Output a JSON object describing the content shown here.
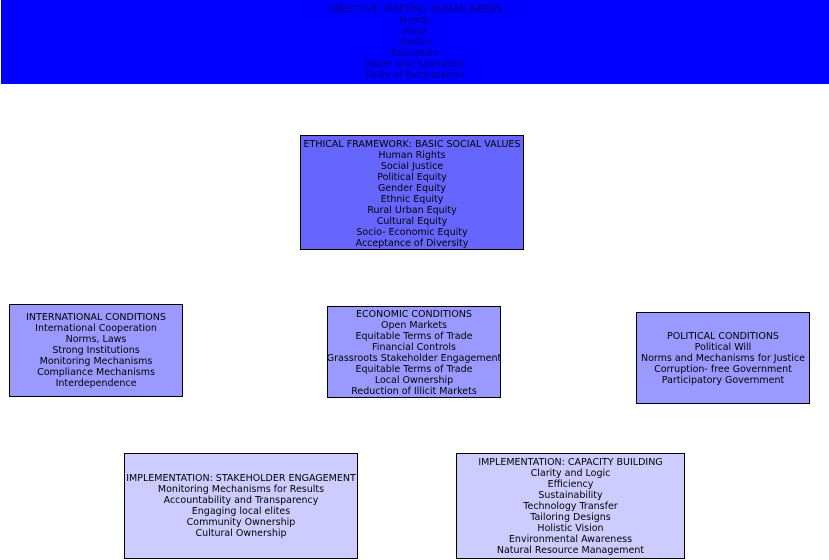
{
  "objective": {
    "title": "OBJECTIVE: MEETING HUMAN NEEDS",
    "items": [
      "Health",
      "Food",
      "Shelter",
      "Education",
      "Water and Sanitation",
      "Political Participation"
    ]
  },
  "ethical_framework": {
    "title": "ETHICAL FRAMEWORK: BASIC SOCIAL VALUES",
    "items": [
      "Human Rights",
      "Social Justice",
      "Political Equity",
      "Gender Equity",
      "Ethnic Equity",
      "Rural Urban Equity",
      "Cultural Equity",
      "Socio- Economic Equity",
      "Acceptance of Diversity"
    ]
  },
  "international_conditions": {
    "title": "INTERNATIONAL CONDITIONS",
    "items": [
      "International Cooperation",
      "Norms, Laws",
      "Strong Institutions",
      "Monitoring Mechanisms",
      "Compliance Mechanisms",
      "Interdependence"
    ]
  },
  "economic_conditions": {
    "title": "ECONOMIC CONDITIONS",
    "items": [
      "Open Markets",
      "Equitable Terms of Trade",
      "Financial Controls",
      "Grassroots Stakeholder Engagement",
      "Equitable Terms of Trade",
      "Local Ownership",
      "Reduction of Illicit Markets"
    ]
  },
  "political_conditions": {
    "title": "POLITICAL CONDITIONS",
    "items": [
      "Political Will",
      "Norms and Mechanisms for Justice",
      "Corruption- free Government",
      "Participatory Government"
    ]
  },
  "stakeholder_engagement": {
    "title": "IMPLEMENTATION: STAKEHOLDER ENGAGEMENT",
    "items": [
      "Monitoring Mechanisms for Results",
      "Accountability and Transparency",
      "Engaging local elites",
      "Community Ownership",
      "Cultural Ownership"
    ]
  },
  "capacity_building": {
    "title": "IMPLEMENTATION: CAPACITY BUILDING",
    "items": [
      "Clarity and Logic",
      "Efficiency",
      "Sustainability",
      "Technology Transfer",
      "Tailoring Designs",
      "Holistic Vision",
      "Environmental Awareness",
      "Natural Resource Management"
    ]
  },
  "colors": {
    "objective": "#0000ff",
    "ethical_framework": "#6666ff",
    "conditions": "#9999ff",
    "implementation": "#ccccff"
  }
}
